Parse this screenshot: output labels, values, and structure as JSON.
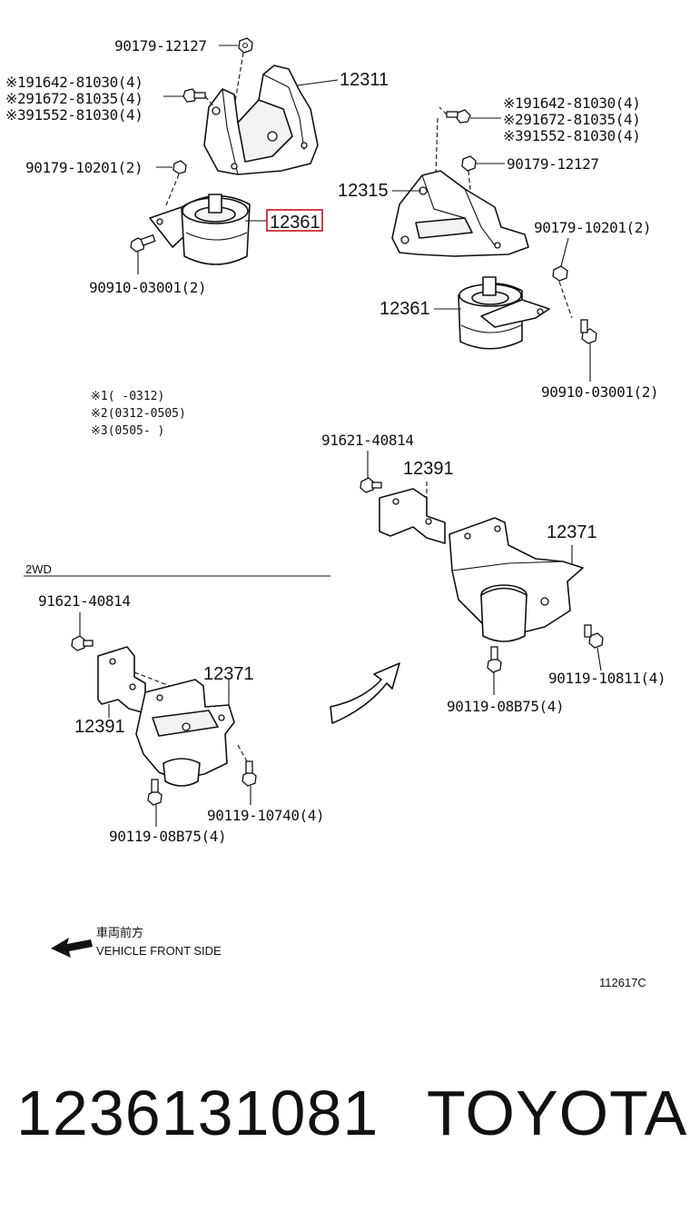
{
  "labels": {
    "p90179_12127_a": "90179-12127",
    "p12311": "12311",
    "alt1_a": "※191642-81030(4)",
    "alt2_a": "※291672-81035(4)",
    "alt3_a": "※391552-81030(4)",
    "p90179_10201_a": "90179-10201(2)",
    "p12361_a": "12361",
    "p90910_a": "90910-03001(2)",
    "alt1_b": "※191642-81030(4)",
    "alt2_b": "※291672-81035(4)",
    "alt3_b": "※391552-81030(4)",
    "p90179_12127_b": "90179-12127",
    "p12315": "12315",
    "p90179_10201_b": "90179-10201(2)",
    "p12361_b": "12361",
    "p90910_b": "90910-03001(2)",
    "note1": "※1(     -0312)",
    "note2": "※2(0312-0505)",
    "note3": "※3(0505-     )",
    "p91621_a": "91621-40814",
    "p12391_a": "12391",
    "p12371_a": "12371",
    "p90119_10811": "90119-10811(4)",
    "p90119_08B75_a": "90119-08B75(4)",
    "section_2wd": "2WD",
    "p91621_b": "91621-40814",
    "p12371_b": "12371",
    "p12391_b": "12391",
    "p90119_10740": "90119-10740(4)",
    "p90119_08B75_b": "90119-08B75(4)",
    "front_jp": "車両前方",
    "front_en": "VEHICLE FRONT SIDE",
    "diagram_code": "112617C"
  },
  "footer": {
    "part_number": "1236131081",
    "brand": "TOYOTA"
  },
  "highlight_color": "#c8101e"
}
